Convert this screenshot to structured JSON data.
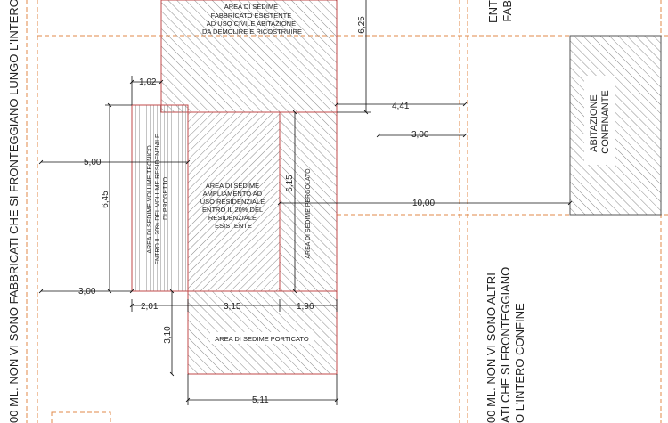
{
  "labels": {
    "existing_building": [
      "AREA DI SEDIME",
      "FABBRICATO ESISTENTE",
      "AD USO CIVILE ABITAZIONE",
      "DA DEMOLIRE E RICOSTRUIRE"
    ],
    "technical_volume": [
      "AREA DI SEDIME VOLUME TECNICO",
      "ENTRO IL 20% DEL VOLUME RESIDENZIALE",
      "DI PROGETTO"
    ],
    "extension": [
      "AREA DI SEDIME",
      "AMPLIAMENTO AD",
      "USO RESIDENZIALE",
      "ENTRO IL 20% DEL",
      "RESIDENZIALE",
      "ESISTENTE"
    ],
    "pergola": "AREA DI SEDIME PERGOLATO",
    "porch": "AREA DI SEDIME PORTICATO",
    "neighbour": [
      "ABITAZIONE",
      "CONFINANTE"
    ],
    "left_note": "00 ML. NON VI SONO FABBRICATI CHE SI FRONTEGGIANO LUNGO L'INTERO",
    "right_note": [
      "00 ML. NON VI SONO ALTRI",
      "ATI CHE SI FRONTEGGIANO",
      "O L'INTERO CONFINE"
    ],
    "top_right_note": [
      "ENT",
      "FAB"
    ]
  },
  "dimensions": {
    "d_1_02": "1,02",
    "d_6_25": "6,25",
    "d_4_41": "4,41",
    "d_3_00_top": "3,00",
    "d_5_00": "5,00",
    "d_6_45": "6,45",
    "d_6_15": "6,15",
    "d_10_00": "10,00",
    "d_3_00_left": "3,00",
    "d_2_01": "2,01",
    "d_3_15": "3,15",
    "d_1_96": "1,96",
    "d_3_10": "3,10",
    "d_5_11": "5,11"
  },
  "colors": {
    "building_outline": "#c24a4a",
    "boundary_dash": "#e08a4a",
    "hatch": "#888888",
    "dim_line": "#111111"
  }
}
